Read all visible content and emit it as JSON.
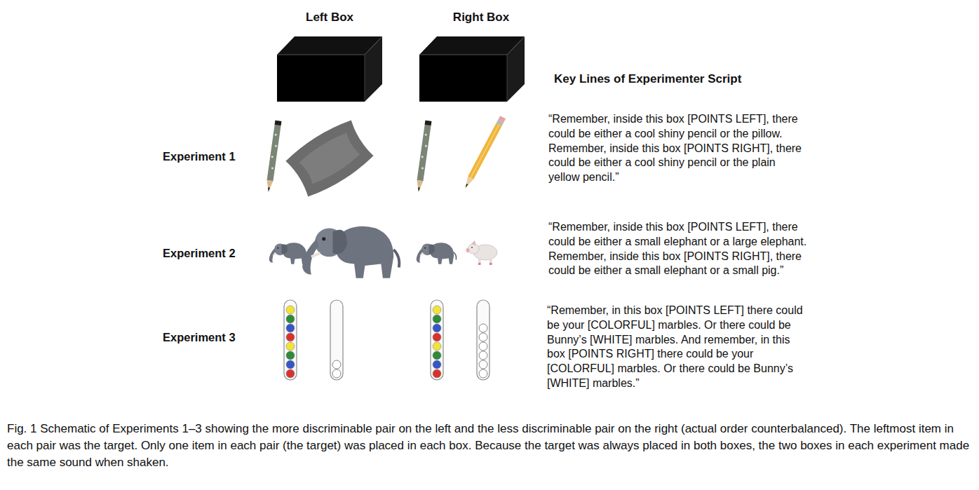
{
  "diagram": {
    "caption": "Fig. 1 Schematic of Experiments 1–3 showing the more discriminable pair on the left and the less discriminable pair on the right (actual order counterbalanced). The leftmost item in each pair was the target. Only one item in each pair (the target) was placed in each box. Because the target was always placed in both boxes, the two boxes in each experiment made the same sound when shaken.",
    "labels": [
      "Left Box",
      "Right Box",
      "Key Lines of Experimenter Script",
      "Experiment 1",
      "“Remember, inside this box [POINTS LEFT], there could be either a cool shiny pencil or the pillow. Remember, inside this box [POINTS RIGHT], there could be either a cool shiny pencil or the plain yellow pencil.”",
      "Experiment 2",
      "“Remember, inside this box [POINTS LEFT], there could be either a small elephant or a large elephant. Remember, inside this box [POINTS RIGHT], there could be either a small elephant or a small pig.”",
      "Experiment 3",
      "“Remember, in this box [POINTS LEFT] there could be your [COLORFUL] marbles. Or there could be Bunny’s [WHITE] marbles. And remember, in this box [POINTS RIGHT] there could be your [COLORFUL] marbles. Or there could be Bunny’s [WHITE] marbles.”"
    ]
  }
}
